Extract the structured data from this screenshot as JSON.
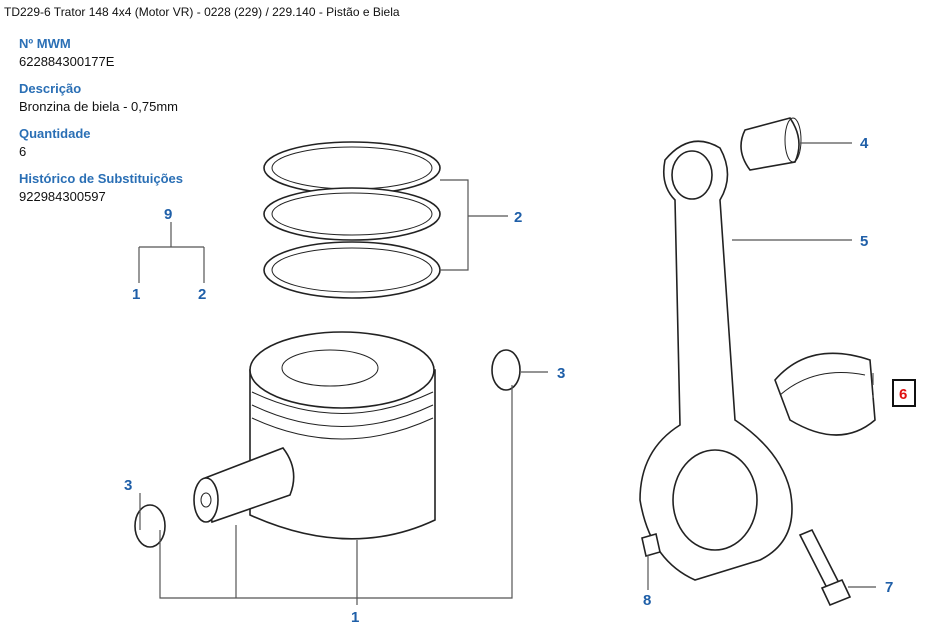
{
  "breadcrumb": "TD229-6 Trator 148 4x4 (Motor VR) - 0228 (229)  /  229.140 - Pistão e Biela",
  "details": [
    {
      "label": "Nº MWM",
      "value": "622884300177E"
    },
    {
      "label": "Descrição",
      "value": "Bronzina de biela - 0,75mm"
    },
    {
      "label": "Quantidade",
      "value": "6"
    },
    {
      "label": "Histórico de Substituições",
      "value": "922984300597"
    }
  ],
  "callouts": {
    "c1": "1",
    "c2": "2",
    "c3a": "3",
    "c3b": "3",
    "c4": "4",
    "c5": "5",
    "c6": "6",
    "c7": "7",
    "c8": "8",
    "c9": "9",
    "c9a": "1",
    "c9b": "2"
  },
  "selected_callout": "6",
  "colors": {
    "label": "#2a6fb5",
    "callout": "#1f5fa8",
    "selected": "#e01010"
  }
}
